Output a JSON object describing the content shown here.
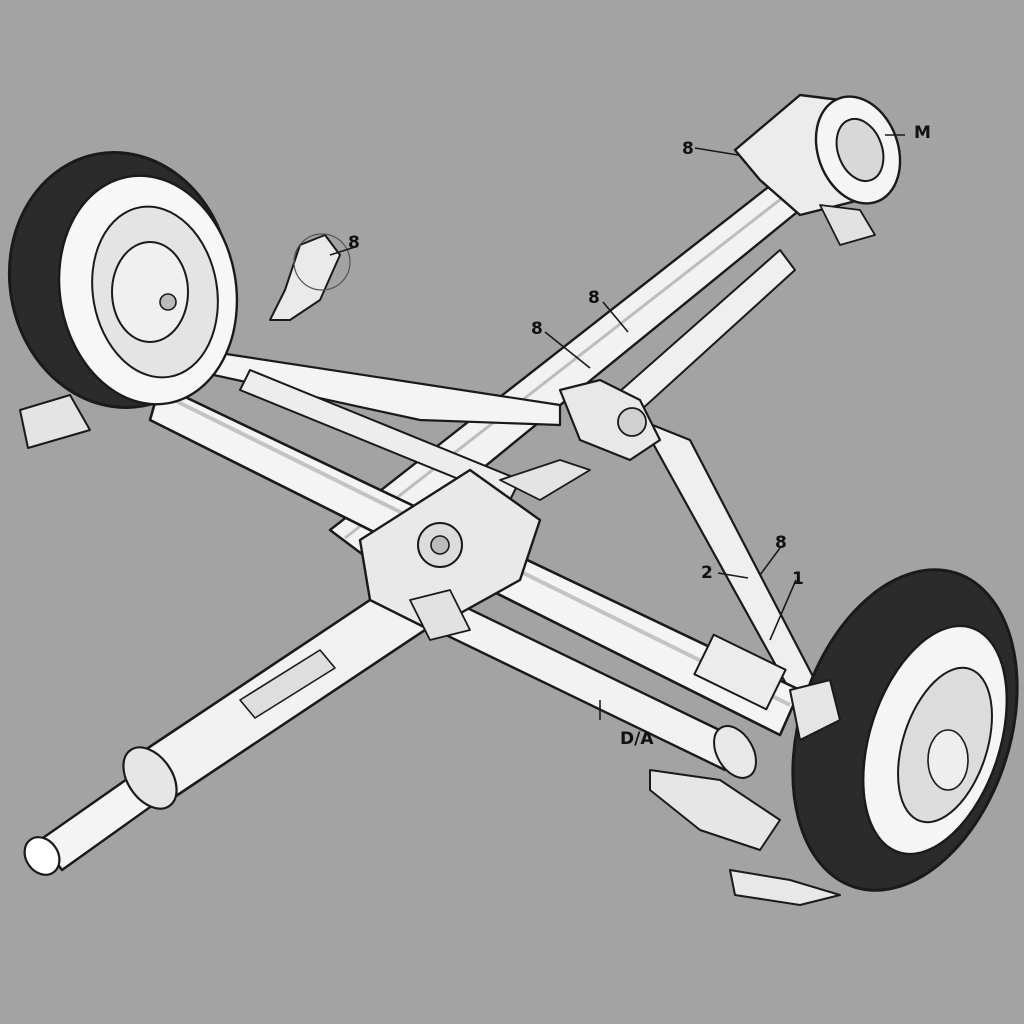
{
  "figure": {
    "background_color": "#a3a3a3",
    "line_color": "#1a1a1a",
    "part_fill": "#f2f2f2",
    "tire_color": "#2b2b2b",
    "parts": [
      "rear-axle-tube",
      "crossmember",
      "diagonal-tube",
      "upper-link-arm",
      "pinion-shaft",
      "left-wheel",
      "right-wheel",
      "hub-assembly",
      "differential-center",
      "bracket"
    ]
  },
  "callouts": [
    {
      "id": "c1",
      "label": "8"
    },
    {
      "id": "c2",
      "label": "M"
    },
    {
      "id": "c3",
      "label": "8"
    },
    {
      "id": "c4",
      "label": "8"
    },
    {
      "id": "c5",
      "label": "8"
    },
    {
      "id": "c6",
      "label": "8"
    },
    {
      "id": "c7",
      "label": "2"
    },
    {
      "id": "c8",
      "label": "1"
    },
    {
      "id": "c9",
      "label": "D/A"
    }
  ]
}
